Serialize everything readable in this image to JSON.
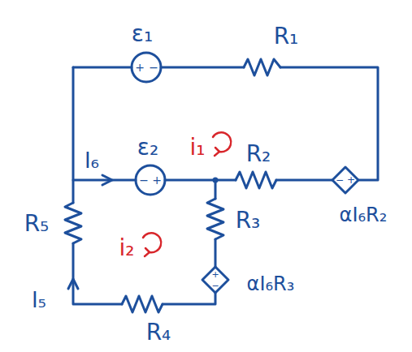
{
  "diagram": {
    "labels": [
      "ε₁",
      "+",
      "−",
      "R₁",
      "i₁",
      "ε₂",
      "−",
      "+",
      "I₆",
      "R₂",
      "−",
      "+",
      "αI₆R₂",
      "R₅",
      "i₂",
      "R₃",
      "+",
      "−",
      "αI₆R₃",
      "I₅",
      "R₄"
    ]
  }
}
